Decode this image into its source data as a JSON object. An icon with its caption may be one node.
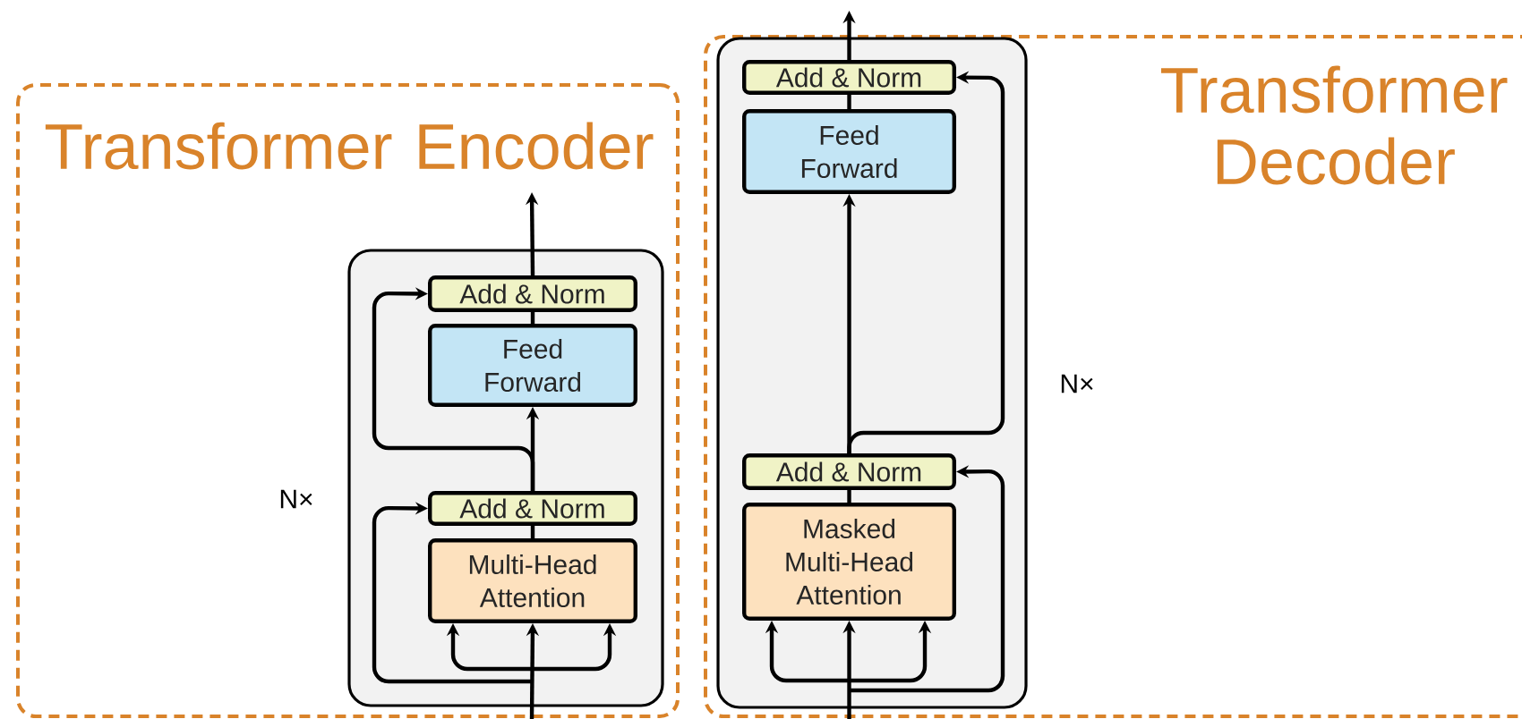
{
  "diagram": {
    "nodes": [
      {
        "text": [
          "Transformer Encoder"
        ]
      },
      {
        "text": [],
        "shape": "box",
        "in": 0,
        "beside": [
          "N×"
        ]
      },
      {
        "text": [
          "Add & Norm"
        ],
        "in": 1
      },
      {
        "text": [
          "Feed Forward"
        ],
        "in": 1
      },
      {
        "text": [
          "Add & Norm"
        ],
        "in": 1
      },
      {
        "text": [
          "Multi-Head Attention"
        ],
        "in": 1
      },
      {
        "text": [
          "Transformer Decoder"
        ]
      },
      {
        "text": [],
        "shape": "box",
        "in": 6,
        "beside": [
          "N×"
        ]
      },
      {
        "text": [
          "Add & Norm"
        ],
        "in": 7
      },
      {
        "text": [
          "Feed Forward"
        ],
        "in": 7
      },
      {
        "text": [
          "Add & Norm"
        ],
        "in": 7
      },
      {
        "text": [
          "Masked Multi-Head Attention"
        ],
        "in": 7
      }
    ],
    "edges": [
      {
        "from": null,
        "to": 5,
        "arrow": "to"
      },
      {
        "from": 5,
        "to": 4,
        "arrow": "none"
      },
      {
        "from": 4,
        "to": 3,
        "arrow": "to"
      },
      {
        "from": 3,
        "to": 2,
        "arrow": "none"
      },
      {
        "from": 2,
        "to": null,
        "arrow": "to"
      },
      {
        "from": null,
        "to": 4,
        "arrow": "to"
      },
      {
        "from": null,
        "to": 5,
        "arrow": "to"
      },
      {
        "from": null,
        "to": 5,
        "arrow": "to"
      },
      {
        "from": 4,
        "to": 2,
        "arrow": "to"
      },
      {
        "from": null,
        "to": 11,
        "arrow": "to"
      },
      {
        "from": 11,
        "to": 10,
        "arrow": "none"
      },
      {
        "from": 10,
        "to": 9,
        "arrow": "to"
      },
      {
        "from": 9,
        "to": 8,
        "arrow": "none"
      },
      {
        "from": 8,
        "to": null,
        "arrow": "to"
      },
      {
        "from": null,
        "to": 10,
        "arrow": "to"
      },
      {
        "from": null,
        "to": 11,
        "arrow": "to"
      },
      {
        "from": null,
        "to": 11,
        "arrow": "to"
      },
      {
        "from": 10,
        "to": 8,
        "arrow": "to"
      }
    ]
  }
}
